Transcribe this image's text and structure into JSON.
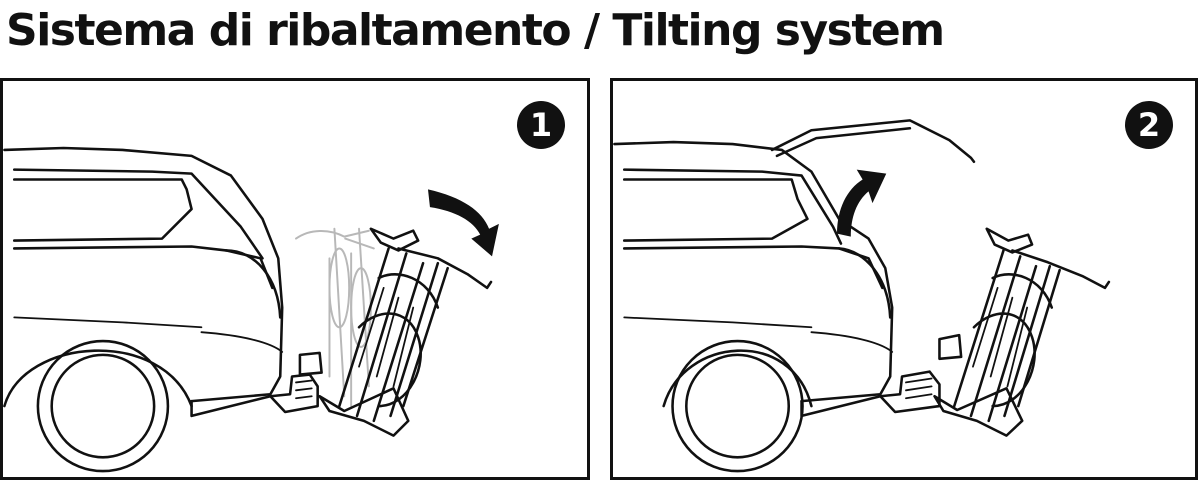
{
  "title": "Sistema di ribaltamento / Tilting system",
  "steps": [
    {
      "number": "1",
      "arrow_icon": "curved-arrow-down-right",
      "state": "bike carrier tilted away from car"
    },
    {
      "number": "2",
      "arrow_icon": "curved-arrow-up",
      "state": "tailgate opened with carrier tilted"
    }
  ],
  "colors": {
    "ink": "#111111",
    "ghost": "#b8b8b8",
    "background": "#ffffff"
  }
}
